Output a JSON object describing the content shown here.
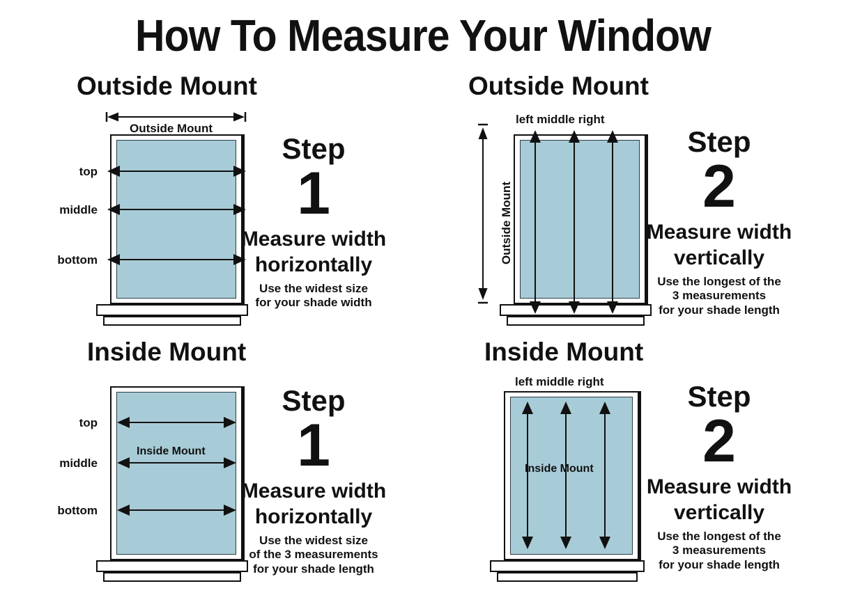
{
  "title": "How To Measure Your Window",
  "glass_color": "#a8ccd7",
  "line_color": "#111111",
  "panels": {
    "outside_step1": {
      "mount_title": "Outside Mount",
      "dim_caption": "Outside Mount",
      "side_labels": [
        "top",
        "middle",
        "bottom"
      ],
      "step_word": "Step",
      "step_number": "1",
      "step_desc_line1": "Measure width",
      "step_desc_line2": "horizontally",
      "note_line1": "Use the widest size",
      "note_line2": "for your shade width"
    },
    "outside_step2": {
      "mount_title": "Outside Mount",
      "top_labels": "left middle  right",
      "vertical_caption": "Outside Mount",
      "step_word": "Step",
      "step_number": "2",
      "step_desc_line1": "Measure width",
      "step_desc_line2": "vertically",
      "note_line1": "Use the longest of the",
      "note_line2": "3 measurements",
      "note_line3": "for your shade length"
    },
    "inside_step1": {
      "mount_title": "Inside Mount",
      "inline_caption": "Inside Mount",
      "side_labels": [
        "top",
        "middle",
        "bottom"
      ],
      "step_word": "Step",
      "step_number": "1",
      "step_desc_line1": "Measure width",
      "step_desc_line2": "horizontally",
      "note_line1": "Use the widest size",
      "note_line2": "of the 3 measurements",
      "note_line3": "for your shade length"
    },
    "inside_step2": {
      "mount_title": "Inside Mount",
      "top_labels": "left  middle   right",
      "inline_caption": "Inside Mount",
      "step_word": "Step",
      "step_number": "2",
      "step_desc_line1": "Measure width",
      "step_desc_line2": "vertically",
      "note_line1": "Use the longest of the",
      "note_line2": "3 measurements",
      "note_line3": "for your shade length"
    }
  }
}
